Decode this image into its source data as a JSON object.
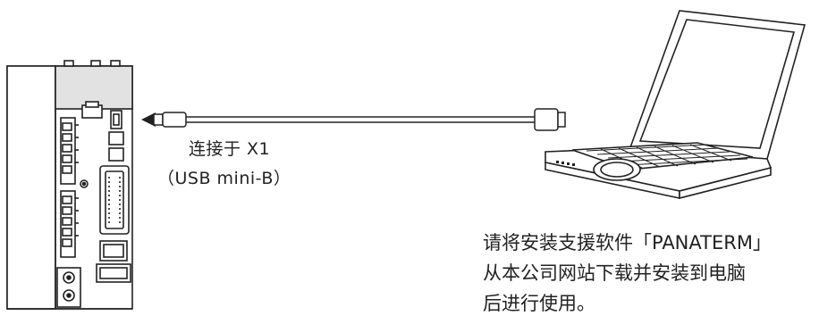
{
  "cable": {
    "connect_label": "连接于 X1",
    "port_label": "（USB mini-B）"
  },
  "instruction": {
    "lines": [
      "请将安装支援软件「PANATERM」",
      "从本公司网站下载并安装到电脑",
      "后进行使用。"
    ]
  },
  "colors": {
    "line": "#222222",
    "servo_top_fill": "#e2e2e2",
    "background": "#ffffff"
  }
}
